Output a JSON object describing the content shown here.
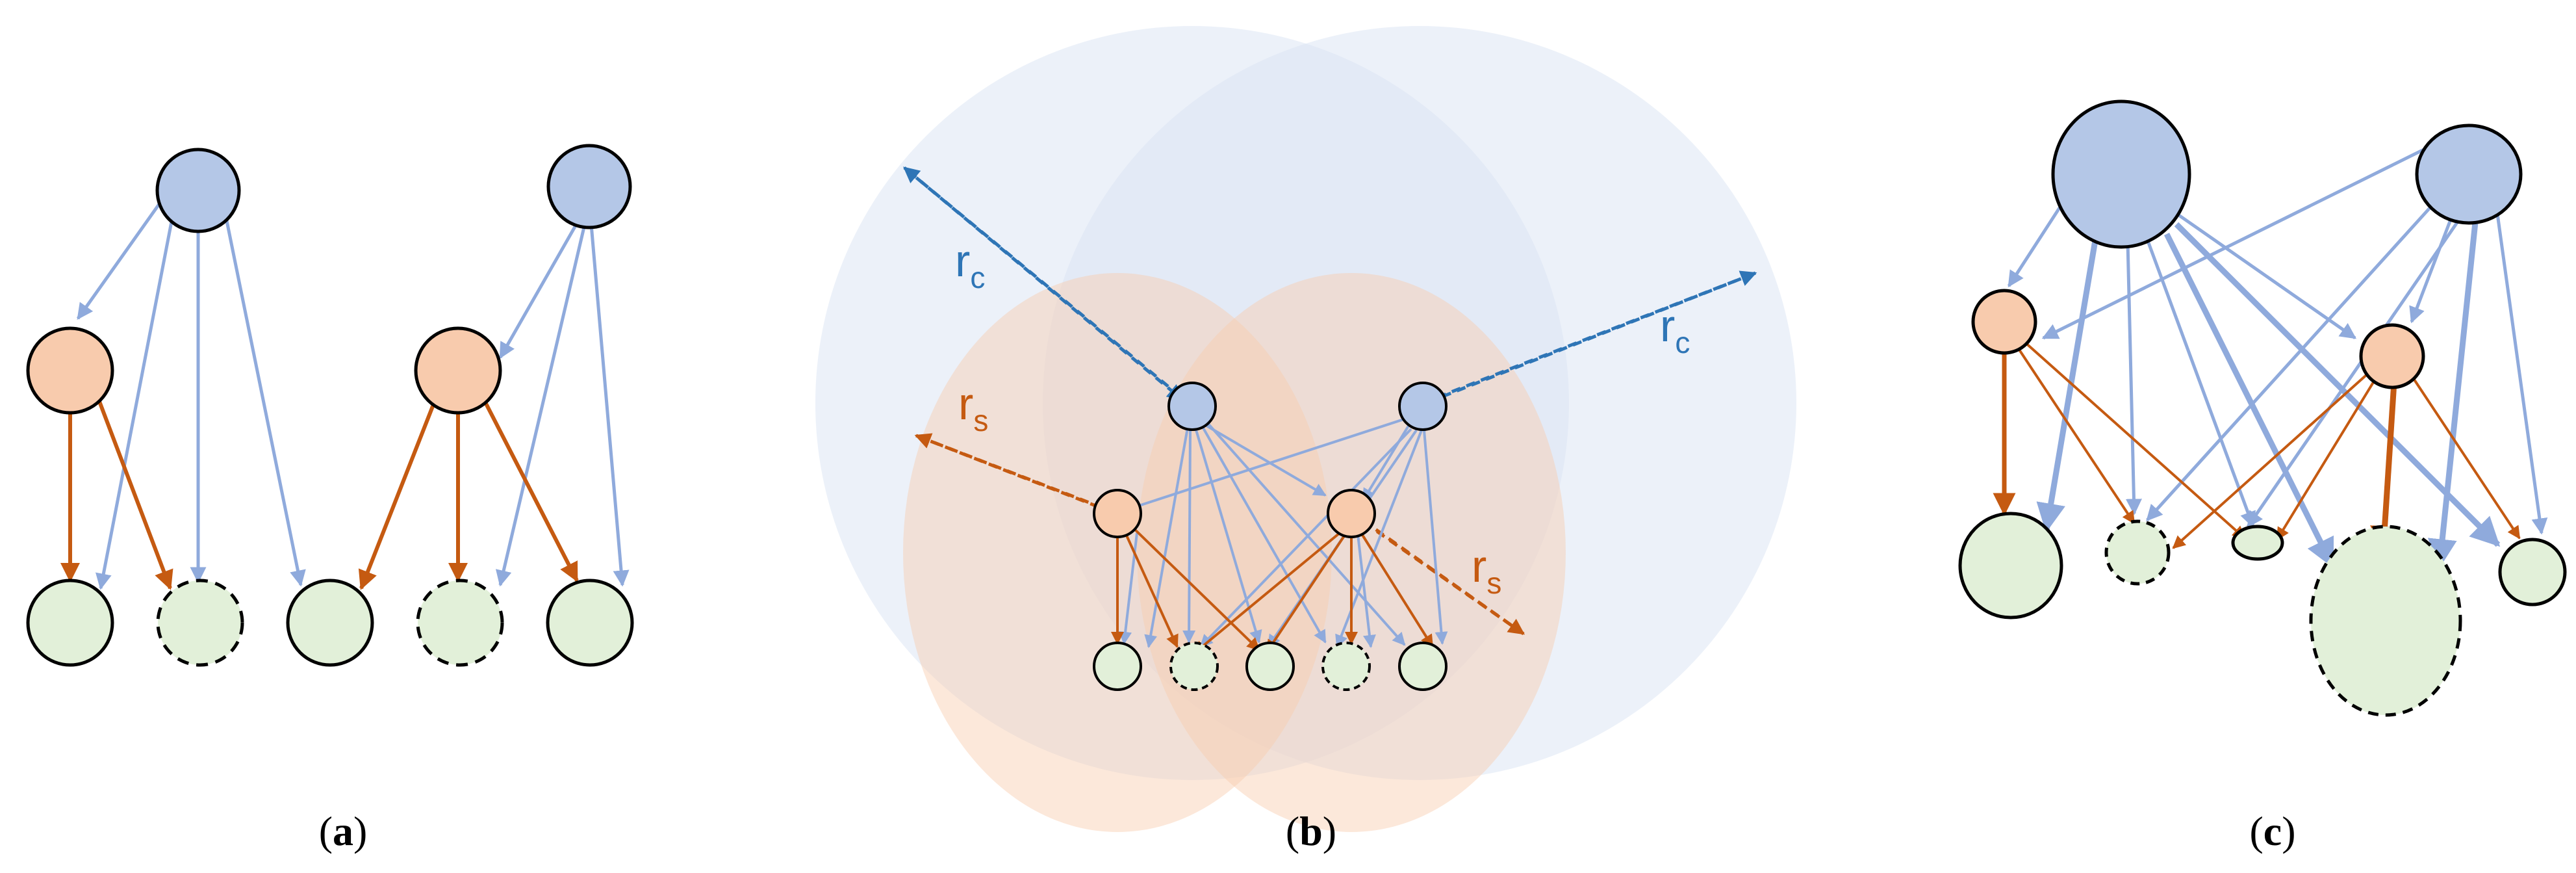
{
  "panels": [
    {
      "id": "a",
      "caption_open": "(",
      "caption_letter": "a",
      "caption_close": ")"
    },
    {
      "id": "b",
      "caption_open": "(",
      "caption_letter": "b",
      "caption_close": ")"
    },
    {
      "id": "c",
      "caption_open": "(",
      "caption_letter": "c",
      "caption_close": ")"
    }
  ],
  "labels": {
    "rc_base": "r",
    "rc_sub": "c",
    "rs_base": "r",
    "rs_sub": "s"
  },
  "colors": {
    "blue_fill": "#b4c7e7",
    "blue_edge": "#8faadc",
    "orange_fill": "#f8cbad",
    "orange_edge": "#c55a11",
    "green_fill": "#e2f0d9",
    "stroke": "#000000",
    "blue_zone": "#dae3f3",
    "orange_zone": "#f8cbad",
    "rc_color": "#2e75b6",
    "rs_color": "#c55a11"
  }
}
